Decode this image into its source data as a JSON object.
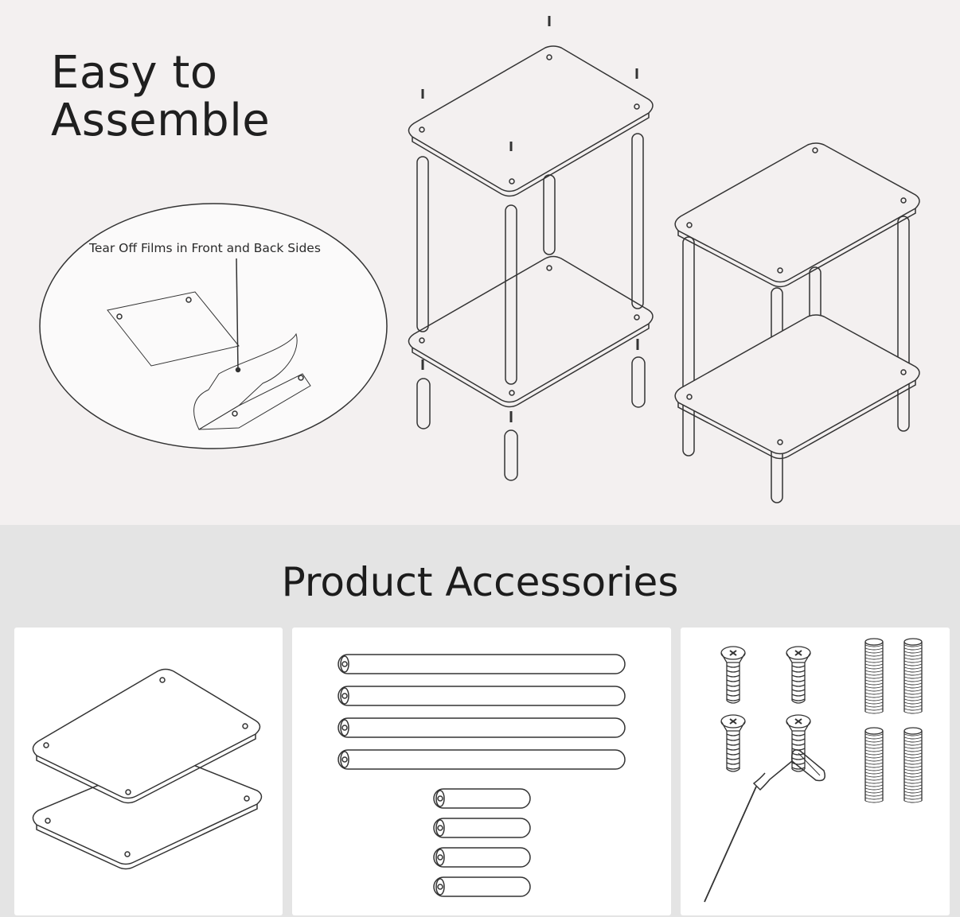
{
  "hero": {
    "title_line1": "Easy to",
    "title_line2": "Assemble",
    "film_callout": "Tear Off Films in Front and Back Sides"
  },
  "accessories": {
    "title": "Product Accessories",
    "panels": [
      {
        "name": "boards-panel",
        "item_count": 2
      },
      {
        "name": "tubes-panel",
        "long_tube_count": 4,
        "short_tube_count": 4
      },
      {
        "name": "hardware-panel",
        "screw_count": 4,
        "threaded_rod_count": 4,
        "screwdriver_count": 1
      }
    ]
  },
  "colors": {
    "top_background": "#f3f0f0",
    "band_background": "#e4e4e4",
    "panel_background": "#ffffff",
    "line": "#333333",
    "text": "#1e1e1e"
  }
}
